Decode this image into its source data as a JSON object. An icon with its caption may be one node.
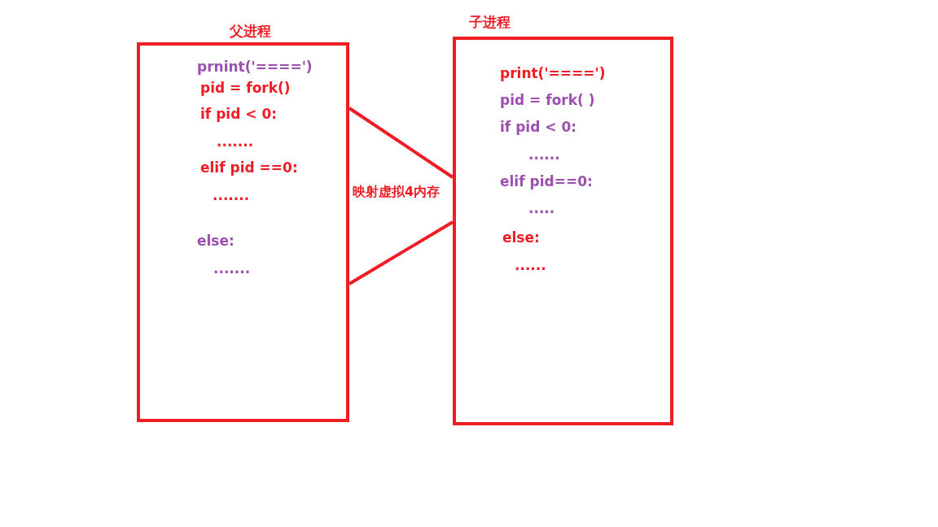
{
  "diagram": {
    "nodes": [
      {
        "text": [
          "父进程",
          "prnint('====')",
          "pid = fork()",
          "if pid < 0:",
          ".......",
          "elif pid ==0:",
          ".......",
          "else:",
          "......."
        ]
      },
      {
        "text": [
          "子进程",
          "print('====')",
          "pid = fork( )",
          "if pid < 0:",
          "......",
          "elif pid==0:",
          ".....",
          "else:",
          "......"
        ]
      }
    ],
    "edges": [
      {
        "from": 0,
        "to": 1,
        "arrow": "none"
      },
      {
        "from": 0,
        "to": 1,
        "arrow": "none"
      }
    ],
    "labels": [
      "映射虚拟4内存"
    ]
  }
}
